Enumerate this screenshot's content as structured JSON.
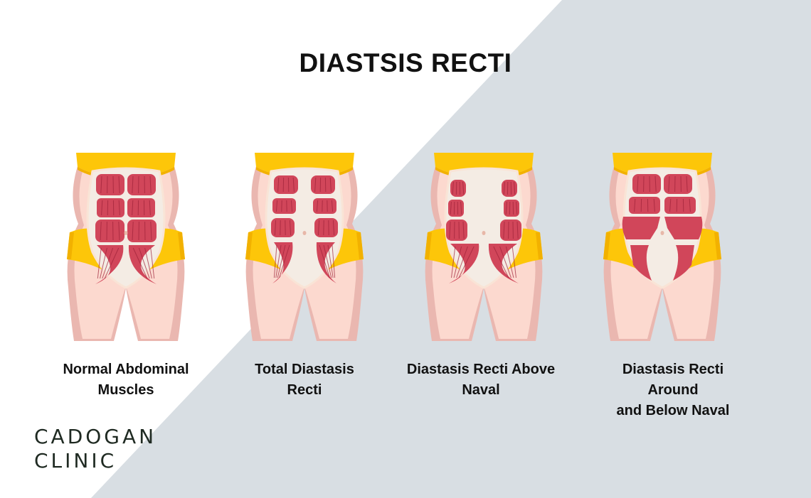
{
  "title": "DIASTSIS RECTI",
  "colors": {
    "background_left": "#ffffff",
    "background_right": "#d8dee3",
    "skin": "#fcd9cf",
    "skin_shadow": "#eab7b0",
    "underwear": "#fdc609",
    "underwear_shadow": "#f2b100",
    "muscle": "#d1465a",
    "muscle_line": "#9e2239",
    "outline": "#f4ece4"
  },
  "figures": [
    {
      "id": "normal",
      "caption_lines": [
        "Normal Abdominal",
        "Muscles"
      ]
    },
    {
      "id": "total",
      "caption_lines": [
        "Total Diastasis",
        "Recti"
      ]
    },
    {
      "id": "above",
      "caption_lines": [
        "Diastasis Recti Above",
        "Naval"
      ]
    },
    {
      "id": "around_below",
      "caption_lines": [
        "Diastasis Recti",
        "Around",
        "and Below Naval"
      ]
    }
  ],
  "logo": {
    "line1": "CADOGAN",
    "line2": "CLINIC"
  }
}
